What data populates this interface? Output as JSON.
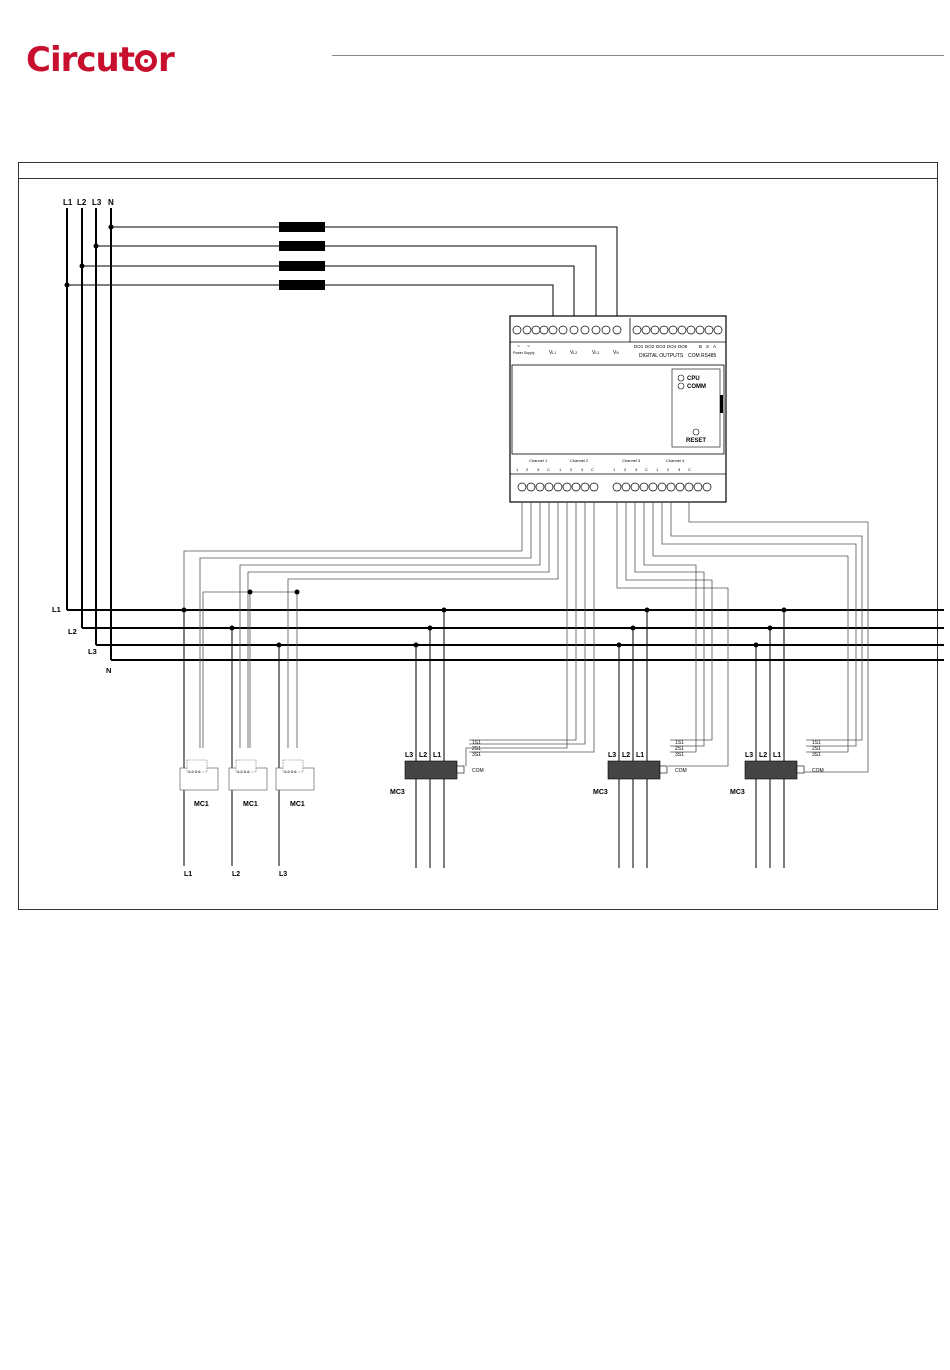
{
  "brand": {
    "logo_text": "Circutor"
  },
  "lines": {
    "l1": "L1",
    "l2": "L2",
    "l3": "L3",
    "n": "N"
  },
  "device": {
    "power_supply_label": "Power Supply",
    "voltage_labels": [
      "V",
      "V",
      "V",
      "V"
    ],
    "voltage_subs": [
      "L1",
      "L2",
      "L3",
      "N"
    ],
    "digital_labels": [
      "DO1",
      "DO2",
      "DO3",
      "DO4",
      "DO5"
    ],
    "comm_labels": [
      "B",
      "S",
      "A"
    ],
    "digital_outputs_label": "DIGITAL OUTPUTS",
    "com_label": "COM RS485",
    "led_cpu": "CPU",
    "led_comm": "COMM",
    "reset_label": "RESET",
    "channels": [
      "Channel 1",
      "Channel 2",
      "Channel 3",
      "Channel 4"
    ],
    "channel_terminals": [
      "1",
      "2",
      "3",
      "C",
      "1",
      "2",
      "3",
      "C",
      "1",
      "2",
      "3",
      "C",
      "1",
      "2",
      "3",
      "C"
    ]
  },
  "mc1": {
    "label": "MC1",
    "terminal_text": "1 2 3 4",
    "outputs": [
      "L1",
      "L2",
      "L3"
    ]
  },
  "mc3": {
    "label": "MC3",
    "phases": [
      "L3",
      "L2",
      "L1"
    ],
    "signals": [
      "1S1",
      "2S1",
      "3S1"
    ],
    "com": "COM"
  }
}
